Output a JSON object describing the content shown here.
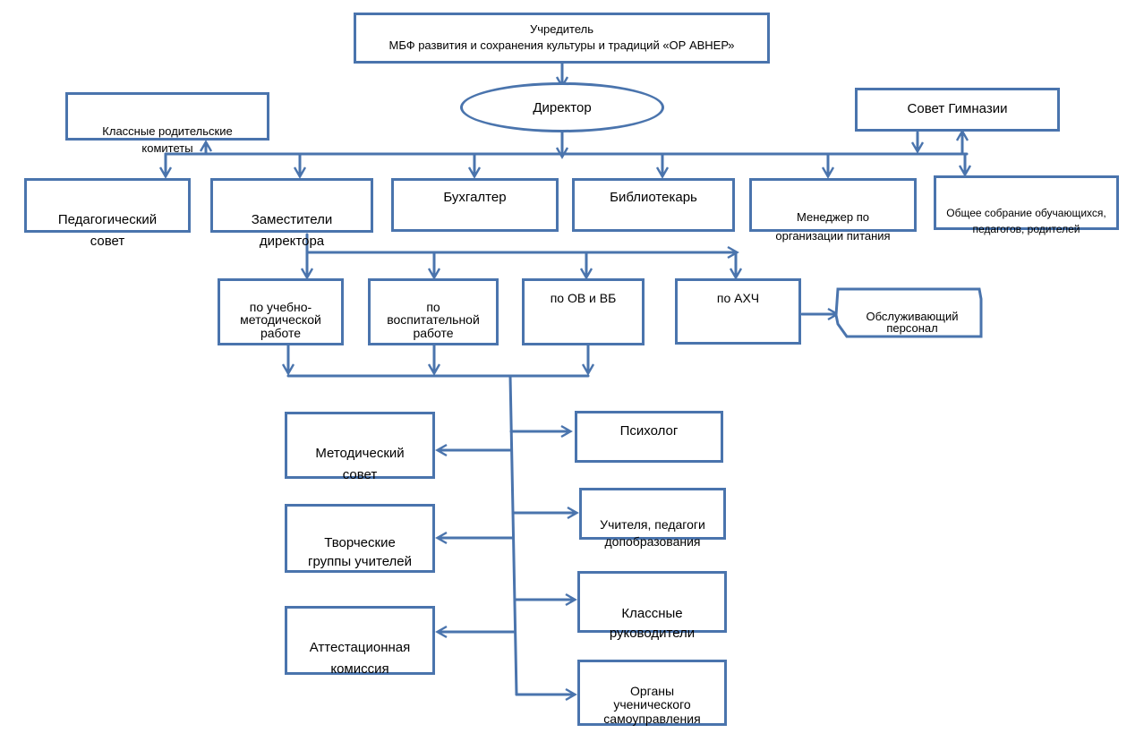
{
  "colors": {
    "line": "#4a74ad",
    "box_border": "#4a74ad",
    "background": "#ffffff"
  },
  "founder": {
    "title": "Учредитель",
    "name": "МБФ развития и сохранения культуры и традиций «ОР АВНЕР»"
  },
  "director": "Директор",
  "parent_committees": "Классные родительские\nкомитеты",
  "gymnasium_council": "Совет Гимназии",
  "level1": {
    "pedagogical_council": "Педагогический\nсовет",
    "deputies": "Заместители\nдиректора",
    "accountant": "Бухгалтер",
    "librarian": "Библиотекарь",
    "catering_manager": "Менеджер по\nорганизации питания",
    "general_meeting": "Общее собрание обучающихся,\nпедагогов, родителей"
  },
  "deputies": {
    "educational_methodical": "по учебно-\nметодической\nработе",
    "upbringing": "по\nвоспитательной\nработе",
    "ov_vb": "по ОВ и ВБ",
    "akhch": "по АХЧ"
  },
  "service_staff": "Обслуживающий\nперсонал",
  "left_units": {
    "methodical_council": "Методический\nсовет",
    "creative_groups": "Творческие\nгруппы учителей",
    "attestation_commission": "Аттестационная\nкомиссия"
  },
  "right_units": {
    "psychologist": "Психолог",
    "teachers": "Учителя, педагоги\nдопобразования",
    "class_teachers": "Классные\nруководители",
    "student_government": "Органы\nученического\nсамоуправления"
  }
}
